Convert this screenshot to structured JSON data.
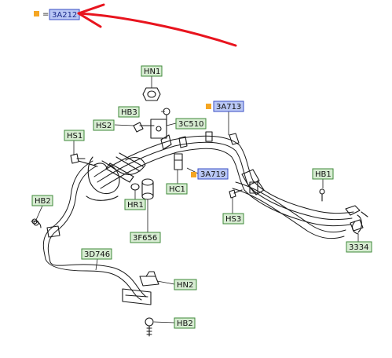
{
  "legend": {
    "marker_color": "#f5a623",
    "equals": "=",
    "code": "3A212"
  },
  "callouts": {
    "HN1": "HN1",
    "HB3": "HB3",
    "HS2": "HS2",
    "3C510": "3C510",
    "3A713": "3A713",
    "HS1": "HS1",
    "HC1": "HC1",
    "3A719": "3A719",
    "HB1": "HB1",
    "HB2_left": "HB2",
    "HR1": "HR1",
    "HS3": "HS3",
    "3F656": "3F656",
    "3334": "3334",
    "3D746": "3D746",
    "HN2": "HN2",
    "HB2_bottom": "HB2"
  },
  "colors": {
    "green_box_fill": "#d7ecd2",
    "green_box_stroke": "#3f8a3a",
    "blue_box_fill": "#b9c7f5",
    "blue_box_stroke": "#3a4fc4",
    "orange_marker": "#f5a623",
    "red_annotation": "#e8141e"
  }
}
